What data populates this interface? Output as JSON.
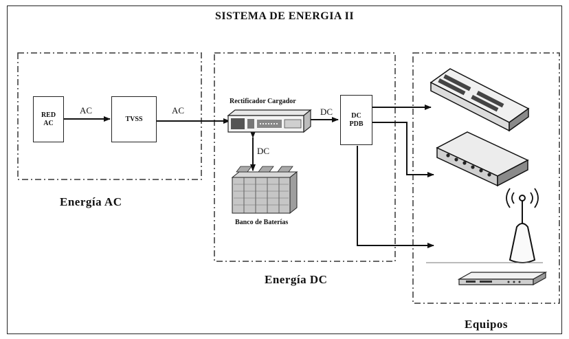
{
  "title": "SISTEMA DE ENERGIA II",
  "sections": {
    "ac": "Energía AC",
    "dc": "Energía DC",
    "equipment": "Equipos"
  },
  "blocks": {
    "red_ac_line1": "RED",
    "red_ac_line2": "AC",
    "tvss": "TVSS",
    "dc_pdb_line1": "DC",
    "dc_pdb_line2": "PDB"
  },
  "devices": {
    "rectifier": "Rectificador Cargador",
    "battery_bank": "Banco de Baterías"
  },
  "connections": {
    "red_to_tvss": "AC",
    "tvss_to_rectifier": "AC",
    "rectifier_to_pdb": "DC",
    "rectifier_to_batteries": "DC"
  }
}
